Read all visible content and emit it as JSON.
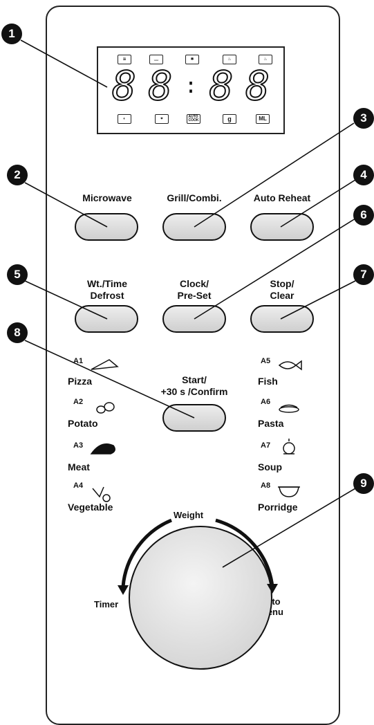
{
  "display": {
    "digits": [
      "8",
      "8",
      "8",
      "8"
    ],
    "colon": ":",
    "top_icons": [
      "microwave-icon",
      "grill-icon",
      "defrost-icon",
      "steam-icon",
      "combi-steam-icon"
    ],
    "bottom_icons": [
      "clock-icon",
      "weight-icon",
      "auto-cook-icon",
      "gram-icon",
      "ml-icon"
    ],
    "auto_cook_text": "AUTO\nCOOK",
    "gram_text": "g",
    "ml_text": "ML"
  },
  "callouts": [
    "1",
    "2",
    "3",
    "4",
    "5",
    "6",
    "7",
    "8",
    "9"
  ],
  "buttons": {
    "microwave": "Microwave",
    "grill_combi": "Grill/Combi.",
    "auto_reheat": "Auto Reheat",
    "defrost": "Wt./Time\nDefrost",
    "clock": "Clock/\nPre-Set",
    "stop": "Stop/\nClear",
    "start": "Start/\n+30 s /Confirm"
  },
  "menu": {
    "left": [
      {
        "code": "A1",
        "name": "Pizza",
        "icon": "pizza-icon"
      },
      {
        "code": "A2",
        "name": "Potato",
        "icon": "potato-icon"
      },
      {
        "code": "A3",
        "name": "Meat",
        "icon": "meat-icon"
      },
      {
        "code": "A4",
        "name": "Vegetable",
        "icon": "vegetable-icon"
      }
    ],
    "right": [
      {
        "code": "A5",
        "name": "Fish",
        "icon": "fish-icon"
      },
      {
        "code": "A6",
        "name": "Pasta",
        "icon": "pasta-icon"
      },
      {
        "code": "A7",
        "name": "Soup",
        "icon": "soup-icon"
      },
      {
        "code": "A8",
        "name": "Porridge",
        "icon": "porridge-icon"
      }
    ]
  },
  "dial": {
    "weight": "Weight",
    "timer": "Timer",
    "auto_menu": "Auto\nMenu"
  },
  "colors": {
    "ink": "#111111",
    "button_fill": "#dcdcdc"
  }
}
